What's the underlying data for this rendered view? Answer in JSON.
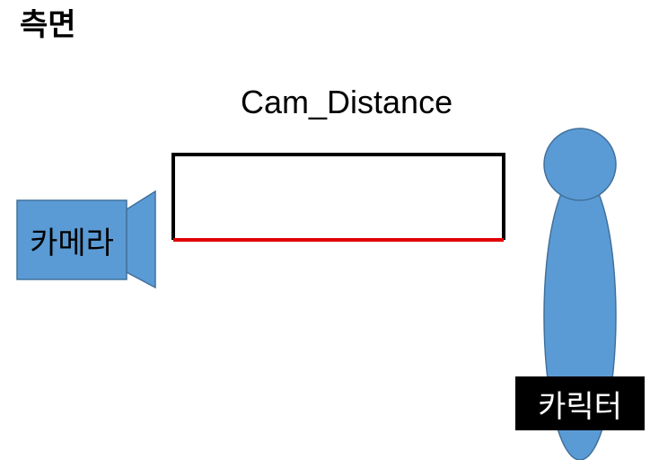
{
  "title": "측면",
  "distance_label": "Cam_Distance",
  "camera": {
    "label": "카메라",
    "icon": "video-camera-icon",
    "color": "#5B9BD5"
  },
  "character": {
    "label": "카릭터",
    "icon": "person-figure-icon",
    "color": "#5B9BD5"
  },
  "colors": {
    "distance_line": "#E00000",
    "bracket": "#000000",
    "shape_outline": "#41719C"
  }
}
